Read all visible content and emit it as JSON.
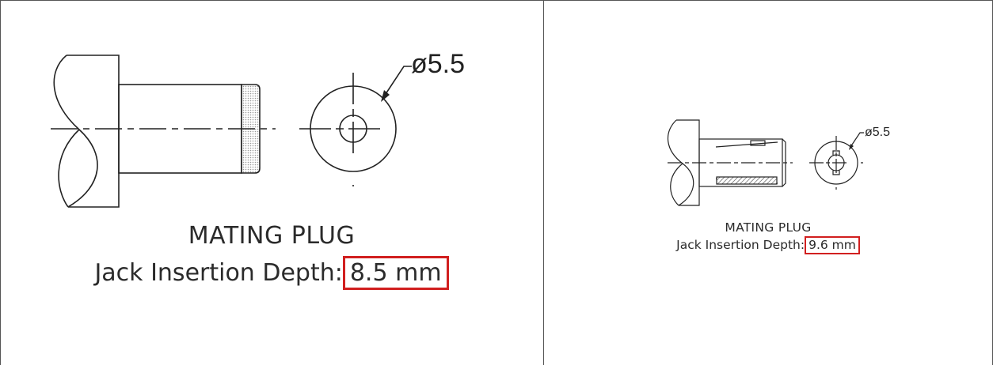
{
  "panels": [
    {
      "diameter_label": "ø5.5",
      "title": "MATING PLUG",
      "depth_prefix": "Jack Insertion Depth:",
      "depth_value": "8.5 mm"
    },
    {
      "diameter_label": "ø5.5",
      "title": "MATING PLUG",
      "depth_prefix": "Jack Insertion Depth:",
      "depth_value": "9.6 mm"
    }
  ],
  "colors": {
    "line": "#222222",
    "highlight": "#d11f1f",
    "knurl": "#bdbdbd"
  }
}
